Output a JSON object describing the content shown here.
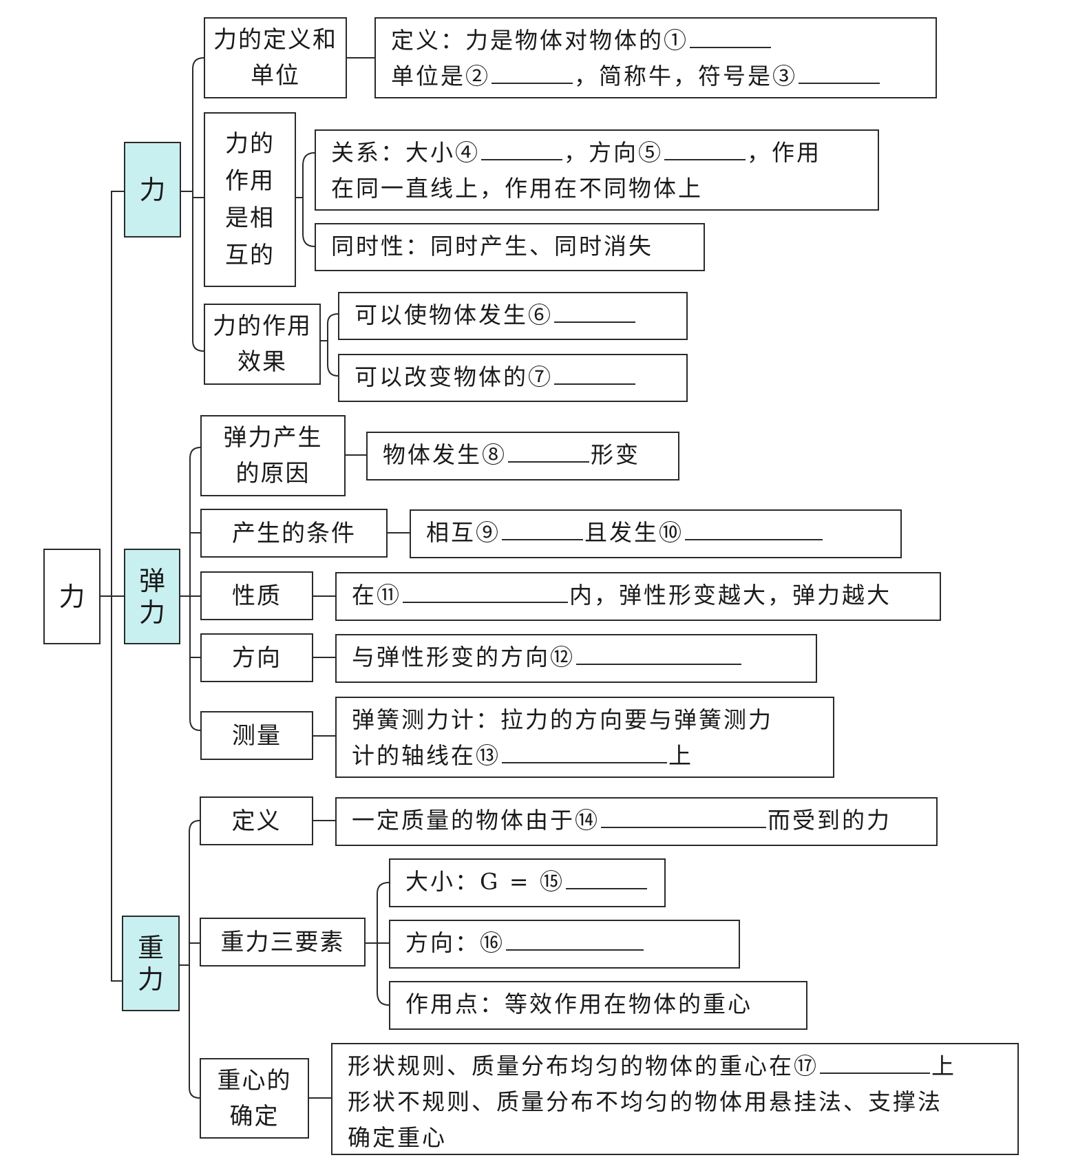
{
  "root": "力",
  "categories": {
    "force": "力",
    "elastic": "弹力",
    "gravity": "重力"
  },
  "force": {
    "def": {
      "label": "力的定义和单位",
      "line1": "定义：力是物体对物体的①",
      "line2a": "单位是②",
      "line2b": "，简称牛，符号是③"
    },
    "mutual": {
      "label": "力的作用是相互的",
      "relation_a": "关系：大小④",
      "relation_b": "，方向⑤",
      "relation_c": "，作用",
      "relation_line2": "在同一直线上，作用在不同物体上",
      "simultaneity": "同时性：同时产生、同时消失"
    },
    "effect": {
      "label": "力的作用效果",
      "item1": "可以使物体发生⑥",
      "item2": "可以改变物体的⑦"
    }
  },
  "elastic": {
    "cause": {
      "label": "弹力产生的原因",
      "a": "物体发生⑧",
      "b": "形变"
    },
    "condition": {
      "label": "产生的条件",
      "a": "相互⑨",
      "b": "且发生⑩"
    },
    "property": {
      "label": "性质",
      "a": "在⑪",
      "b": "内，弹性形变越大，弹力越大"
    },
    "direction": {
      "label": "方向",
      "a": "与弹性形变的方向⑫"
    },
    "measure": {
      "label": "测量",
      "line1": "弹簧测力计：拉力的方向要与弹簧测力",
      "line2a": "计的轴线在⑬",
      "line2b": "上"
    }
  },
  "gravity": {
    "definition": {
      "label": "定义",
      "a": "一定质量的物体由于⑭",
      "b": "而受到的力"
    },
    "elements": {
      "label": "重力三要素",
      "size": "大小：G = ⑮",
      "direction": "方向：⑯",
      "point": "作用点：等效作用在物体的重心"
    },
    "center": {
      "label": "重心的确定",
      "line1a": "形状规则、质量分布均匀的物体的重心在⑰",
      "line1b": "上",
      "line2": "形状不规则、质量分布不均匀的物体用悬挂法、支撑法",
      "line3": "确定重心"
    }
  }
}
